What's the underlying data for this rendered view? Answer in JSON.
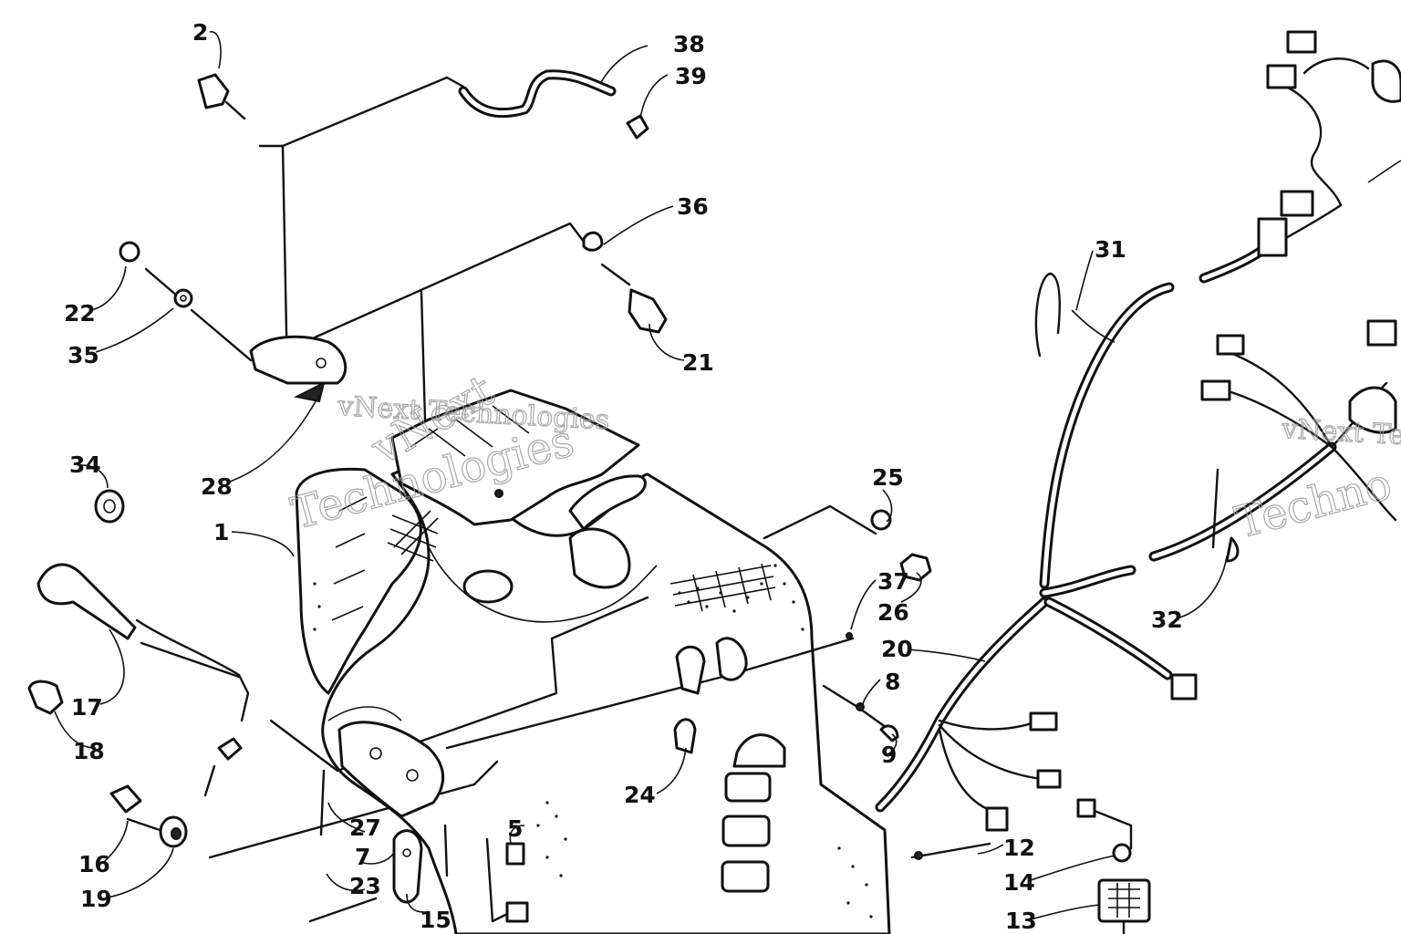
{
  "watermarks": [
    {
      "text": "vNext Technologies"
    },
    {
      "text": "vNext"
    },
    {
      "text": "Technologies"
    },
    {
      "text": "vNext Te"
    },
    {
      "text": "Techno"
    }
  ],
  "callouts": [
    {
      "id": "1",
      "label": "1"
    },
    {
      "id": "2",
      "label": "2"
    },
    {
      "id": "5",
      "label": "5"
    },
    {
      "id": "7",
      "label": "7"
    },
    {
      "id": "8",
      "label": "8"
    },
    {
      "id": "9",
      "label": "9"
    },
    {
      "id": "12",
      "label": "12"
    },
    {
      "id": "13",
      "label": "13"
    },
    {
      "id": "14",
      "label": "14"
    },
    {
      "id": "15",
      "label": "15"
    },
    {
      "id": "16",
      "label": "16"
    },
    {
      "id": "17",
      "label": "17"
    },
    {
      "id": "18",
      "label": "18"
    },
    {
      "id": "19",
      "label": "19"
    },
    {
      "id": "20",
      "label": "20"
    },
    {
      "id": "21",
      "label": "21"
    },
    {
      "id": "22",
      "label": "22"
    },
    {
      "id": "23",
      "label": "23"
    },
    {
      "id": "24",
      "label": "24"
    },
    {
      "id": "25",
      "label": "25"
    },
    {
      "id": "26",
      "label": "26"
    },
    {
      "id": "27",
      "label": "27"
    },
    {
      "id": "28",
      "label": "28"
    },
    {
      "id": "31",
      "label": "31"
    },
    {
      "id": "32",
      "label": "32"
    },
    {
      "id": "34",
      "label": "34"
    },
    {
      "id": "35",
      "label": "35"
    },
    {
      "id": "36",
      "label": "36"
    },
    {
      "id": "37",
      "label": "37"
    },
    {
      "id": "38",
      "label": "38"
    },
    {
      "id": "39",
      "label": "39"
    }
  ]
}
